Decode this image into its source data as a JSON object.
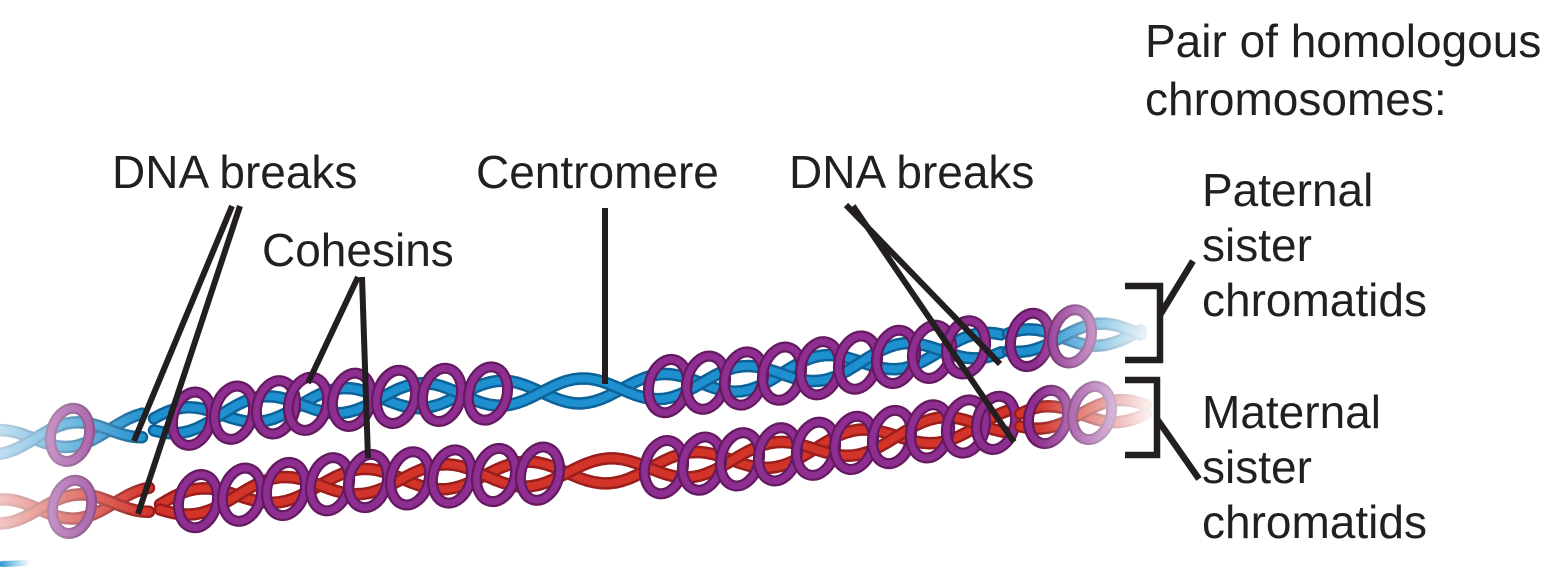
{
  "diagram": {
    "labels": {
      "dna_breaks_left": "DNA breaks",
      "cohesins": "Cohesins",
      "centromere": "Centromere",
      "dna_breaks_right": "DNA breaks",
      "pair_header": "Pair of homologous chromosomes:",
      "paternal_chromatids": "Paternal sister chromatids",
      "maternal_chromatids": "Maternal sister chromatids"
    },
    "colors": {
      "paternal_chromatid": "#1e90cf",
      "paternal_chromatid_shade": "#0d6298",
      "maternal_chromatid": "#d3342a",
      "maternal_chromatid_shade": "#9a1e1c",
      "cohesin_ring": "#8f2e91",
      "cohesin_ring_shade": "#641a60",
      "pointer_lines": "#231f20",
      "text": "#231f20",
      "background": "#ffffff"
    }
  }
}
